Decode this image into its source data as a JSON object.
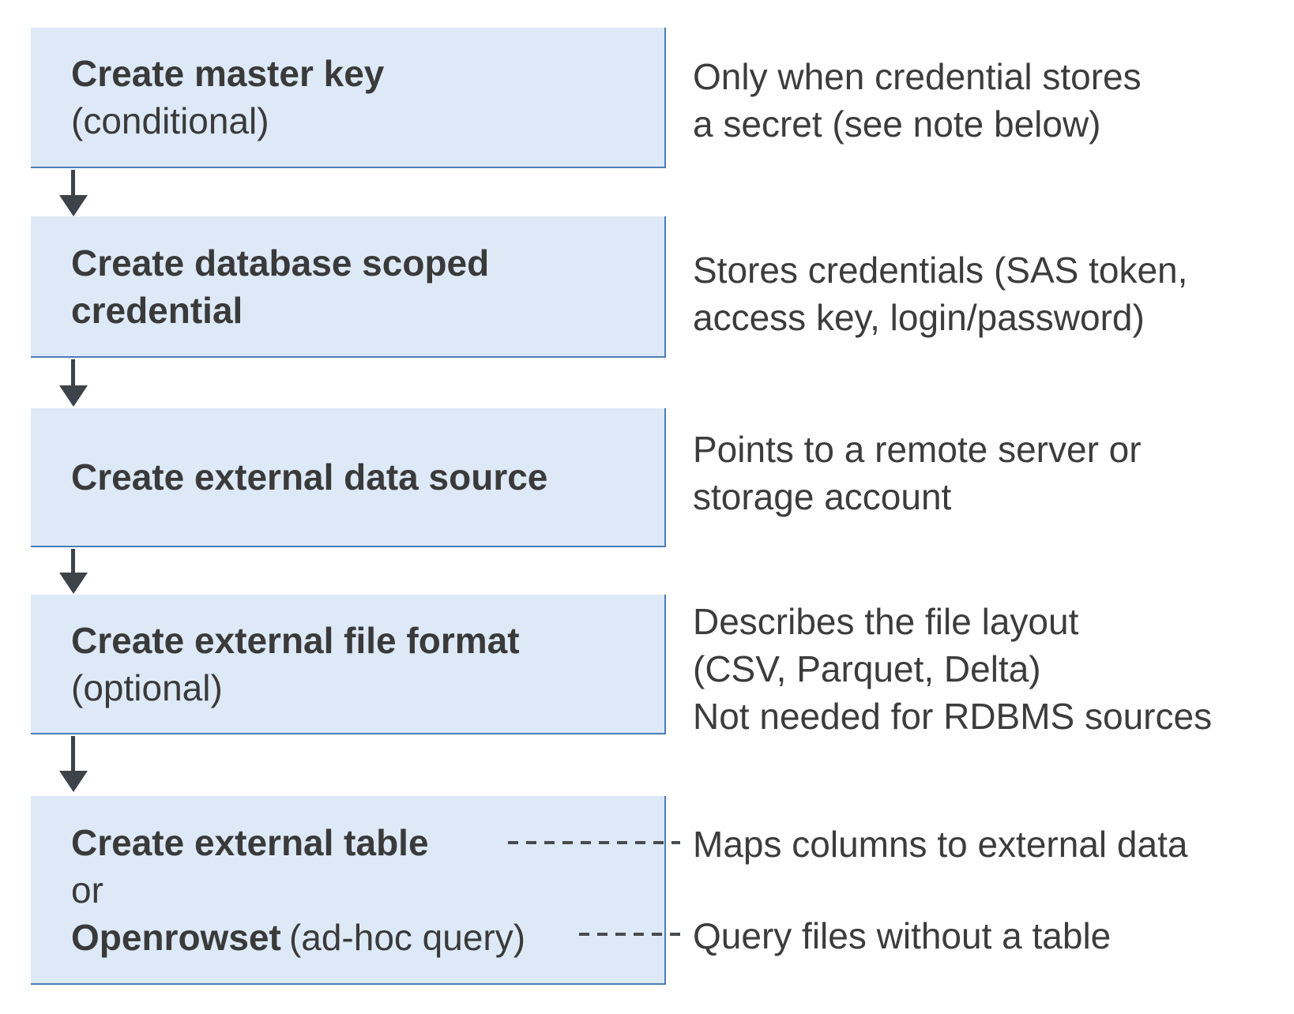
{
  "diagram": {
    "title_semantics": "external-data-setup-flow",
    "boxes": [
      {
        "title": "Create master key",
        "suffix": "(conditional)"
      },
      {
        "title": "Create database scoped\ncredential",
        "suffix": ""
      },
      {
        "title": "Create external data source",
        "suffix": ""
      },
      {
        "title": "Create external file format",
        "suffix": "(optional)"
      },
      {
        "title": "Create external table",
        "or_label": "or",
        "alt_title": "Openrowset",
        "alt_suffix": "(ad-hoc query)"
      }
    ],
    "descriptions": [
      "Only when credential stores\na secret (see note below)",
      "Stores credentials (SAS token,\naccess key, login/password)",
      "Points to a remote server or\nstorage account",
      "Describes the file layout\n(CSV, Parquet, Delta)\nNot needed for RDBMS sources",
      "Maps columns to external data",
      "Query files without a table"
    ],
    "colors": {
      "box_fill": "#dee9f8",
      "box_border": "#4a7db6",
      "arrow": "#3d4349",
      "dash": "#484c50",
      "text": "#3a3a3a"
    }
  }
}
